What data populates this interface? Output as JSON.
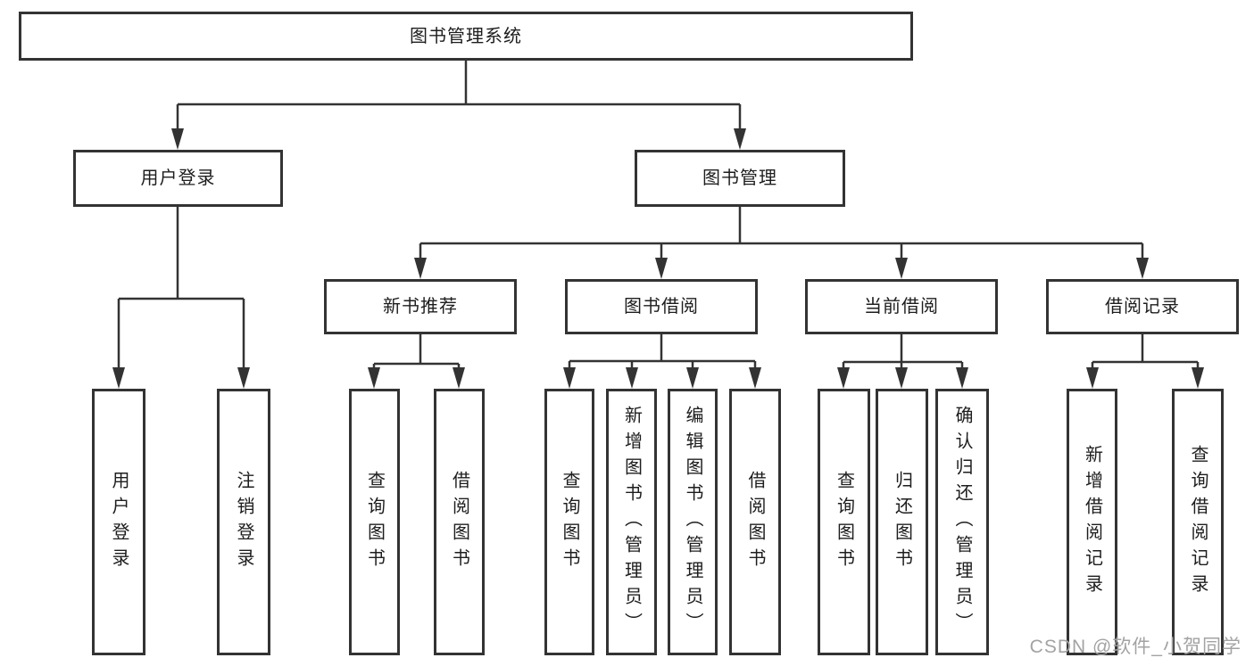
{
  "diagram_title": "图书管理系统",
  "nodes": {
    "root": "图书管理系统",
    "user_login": "用户登录",
    "book_management": "图书管理",
    "new_book_recommend": "新书推荐",
    "book_borrow": "图书借阅",
    "current_borrow": "当前借阅",
    "borrow_records": "借阅记录",
    "ul_login": "用户登录",
    "ul_logout": "注销登录",
    "nb_query": "查询图书",
    "nb_borrow": "借阅图书",
    "bb_query": "查询图书",
    "bb_add": "新增图书（管理员）",
    "bb_edit": "编辑图书（管理员）",
    "bb_borrow": "借阅图书",
    "cb_query": "查询图书",
    "cb_return": "归还图书",
    "cb_confirm": "确认归还（管理员）",
    "br_add": "新增借阅记录",
    "br_query": "查询借阅记录"
  },
  "watermark": {
    "text": "CSDN @软件_小贺同学",
    "color": "#a3a3a3"
  },
  "colors": {
    "line": "#333333",
    "box_border": "#333333",
    "text": "#1d1d1d",
    "background": "#ffffff"
  }
}
